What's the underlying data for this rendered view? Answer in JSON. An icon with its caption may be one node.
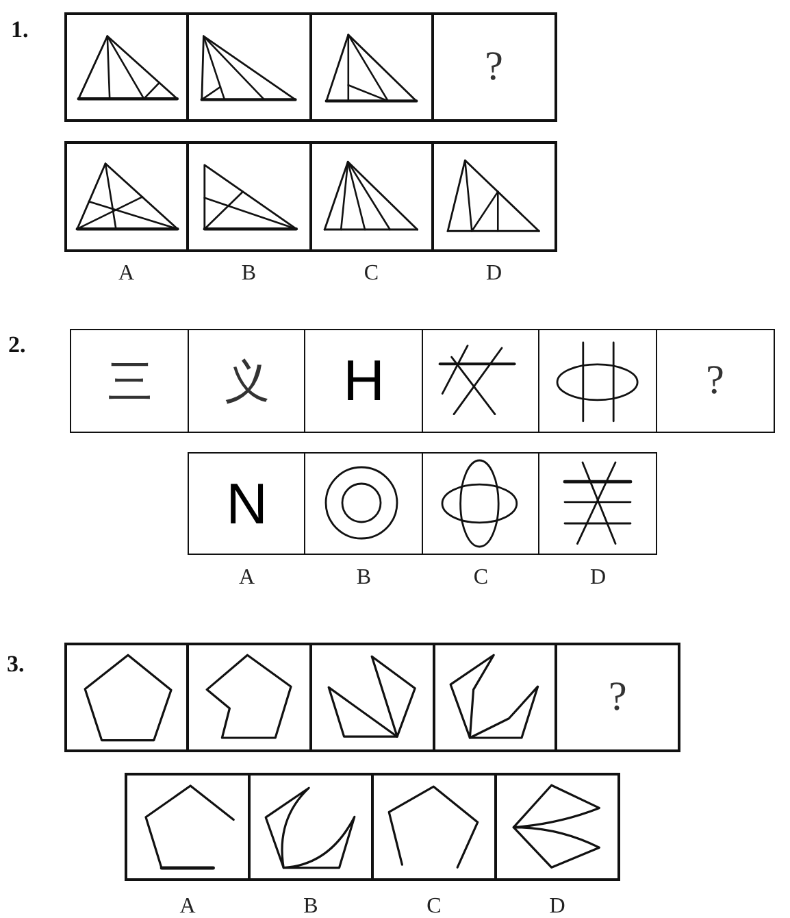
{
  "diagram": {
    "nodes": [
      {
        "text": [],
        "shape": "box"
      },
      {
        "text": [],
        "shape": "box"
      },
      {
        "text": [],
        "shape": "box"
      },
      {
        "text": [
          "?"
        ]
      },
      {
        "text": [],
        "shape": "box",
        "beside": [
          "A"
        ]
      },
      {
        "text": [],
        "shape": "box",
        "beside": [
          "B"
        ]
      },
      {
        "text": [],
        "shape": "box",
        "beside": [
          "C"
        ]
      },
      {
        "text": [],
        "shape": "box",
        "beside": [
          "D"
        ]
      },
      {
        "text": [
          "三"
        ]
      },
      {
        "text": [
          "义"
        ]
      },
      {
        "text": [
          "H"
        ]
      },
      {
        "text": [],
        "shape": "box"
      },
      {
        "text": [],
        "shape": "box"
      },
      {
        "text": [
          "?"
        ]
      },
      {
        "text": [
          "N"
        ],
        "beside": [
          "A"
        ]
      },
      {
        "text": [],
        "shape": "box",
        "beside": [
          "B"
        ]
      },
      {
        "text": [],
        "shape": "box",
        "beside": [
          "C"
        ]
      },
      {
        "text": [],
        "shape": "box",
        "beside": [
          "D"
        ]
      },
      {
        "text": [],
        "shape": "box"
      },
      {
        "text": [],
        "shape": "box"
      },
      {
        "text": [],
        "shape": "box"
      },
      {
        "text": [],
        "shape": "box"
      },
      {
        "text": [
          "?"
        ]
      },
      {
        "text": [],
        "shape": "box",
        "beside": [
          "A"
        ]
      },
      {
        "text": [],
        "shape": "box",
        "beside": [
          "B"
        ]
      },
      {
        "text": [],
        "shape": "box",
        "beside": [
          "C"
        ]
      },
      {
        "text": [],
        "shape": "box",
        "beside": [
          "D"
        ]
      }
    ],
    "labels": [
      "1.",
      "2.",
      "3."
    ]
  }
}
